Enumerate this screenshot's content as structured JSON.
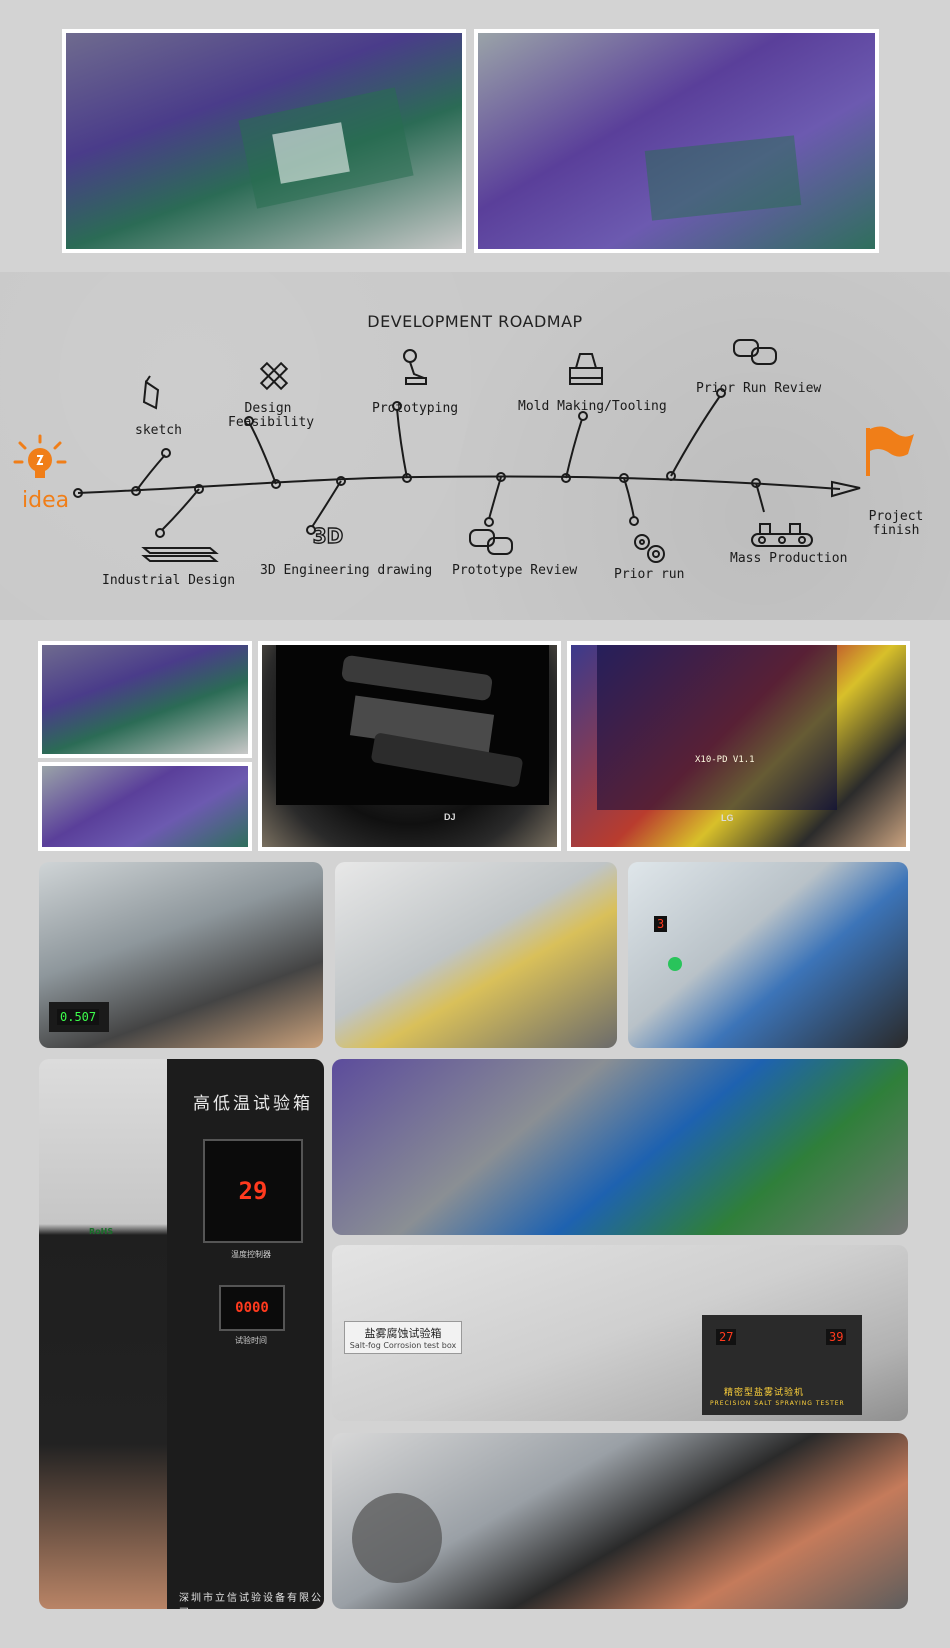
{
  "roadmap": {
    "title": "DEVELOPMENT ROADMAP",
    "start": "idea",
    "end": "Project finish",
    "upper_stages": [
      {
        "label": "sketch",
        "icon": "pencil-icon"
      },
      {
        "label": "Design Feasibility",
        "icon": "ruler-pencil-icon"
      },
      {
        "label": "Prototyping",
        "icon": "robot-arm-icon"
      },
      {
        "label": "Mold Making/Tooling",
        "icon": "mold-machine-icon"
      },
      {
        "label": "Prior Run Review",
        "icon": "speech-bubbles-icon"
      }
    ],
    "lower_stages": [
      {
        "label": "Industrial Design",
        "icon": "layered-device-icon"
      },
      {
        "label": "3D Engineering drawing",
        "icon": "3d-text-icon"
      },
      {
        "label": "Prototype Review",
        "icon": "speech-bubbles-icon"
      },
      {
        "label": "Prior run",
        "icon": "gears-icon"
      },
      {
        "label": "Mass Production",
        "icon": "conveyor-icon"
      }
    ],
    "icons": {
      "start": "lightbulb-icon",
      "end": "flag-icon"
    },
    "colors": {
      "accent": "#f07e18",
      "ink": "#1b1b1b"
    }
  },
  "photos": {
    "team_meeting_1": {
      "icon": "team-meeting-photo"
    },
    "team_meeting_2": {
      "icon": "team-meeting-photo"
    },
    "monitor_3d": {
      "brand": "DJ"
    },
    "monitor_pcb": {
      "brand": "LG",
      "board_label": "X10-PD V1.1"
    },
    "temperature_chamber": {
      "title": "高低温试验箱",
      "temp_display": "29",
      "controller_caption": "温度控制器",
      "timer_display": "0000",
      "timer_caption": "试验时间",
      "footer": "深圳市立信试验设备有限公司",
      "rohs": "RoHS"
    },
    "salt_spray": {
      "label_cn": "盐雾腐蚀试验箱",
      "label_en": "Salt-fog Corrosion test box",
      "tester_title": "精密型盐雾试验机",
      "tester_subtitle": "PRECISION SALT SPRAYING TESTER",
      "display_left": "27",
      "display_right": "39"
    }
  }
}
